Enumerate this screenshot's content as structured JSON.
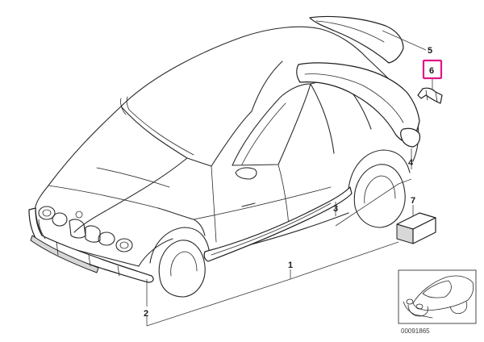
{
  "callouts": {
    "c1": "1",
    "c2": "2",
    "c3": "3",
    "c4": "4",
    "c5": "5",
    "c6": "6",
    "c7": "7"
  },
  "reference_number": "00091865",
  "colors": {
    "highlight": "#e0158a",
    "line": "#2a2a2a"
  }
}
